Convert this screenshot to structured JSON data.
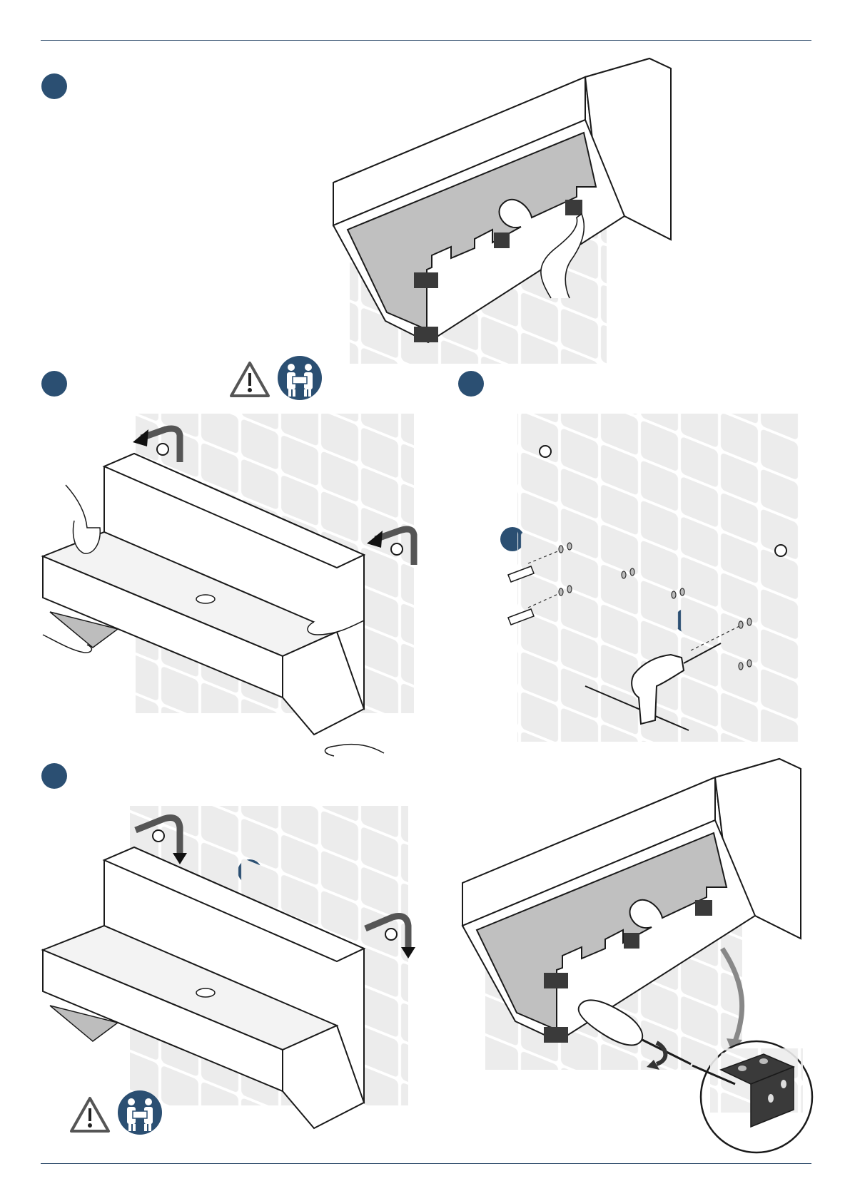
{
  "page": {
    "steps": [
      {
        "id": "mount-brackets"
      },
      {
        "id": "remove-from-wall"
      },
      {
        "id": "drill-and-plug"
      },
      {
        "id": "hang-and-fix"
      }
    ],
    "colors": {
      "accent": "#2b4f72",
      "panel_gray": "#c0c0c0",
      "tile_gray": "#e7e7e7",
      "line": "#1a1a1a",
      "bracket": "#3a3a3a"
    },
    "icons": [
      "warning-triangle-icon",
      "two-person-lift-icon",
      "drill-icon",
      "screwdriver-icon",
      "wall-plug-icon",
      "bracket-icon",
      "arrow-icon"
    ]
  }
}
